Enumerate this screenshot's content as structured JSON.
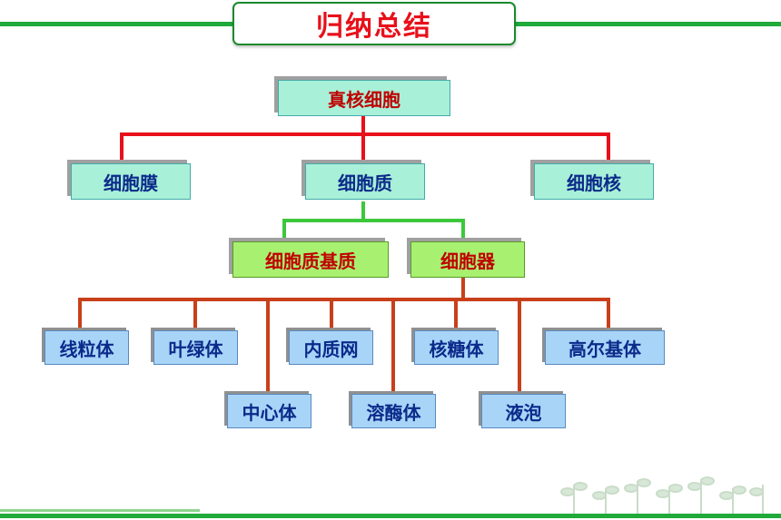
{
  "title": "归纳总结",
  "root": "真核细胞",
  "level1": [
    "细胞膜",
    "细胞质",
    "细胞核"
  ],
  "level2": [
    "细胞质基质",
    "细胞器"
  ],
  "organelles_top": [
    "线粒体",
    "叶绿体",
    "内质网",
    "核糖体",
    "高尔基体"
  ],
  "organelles_bottom": [
    "中心体",
    "溶酶体",
    "液泡"
  ],
  "colors": {
    "accent_green": "#1faa3a",
    "title_red": "#e8101a",
    "connector_red": "#e8101a",
    "connector_green": "#3cc83c",
    "connector_brown": "#c8401a"
  }
}
